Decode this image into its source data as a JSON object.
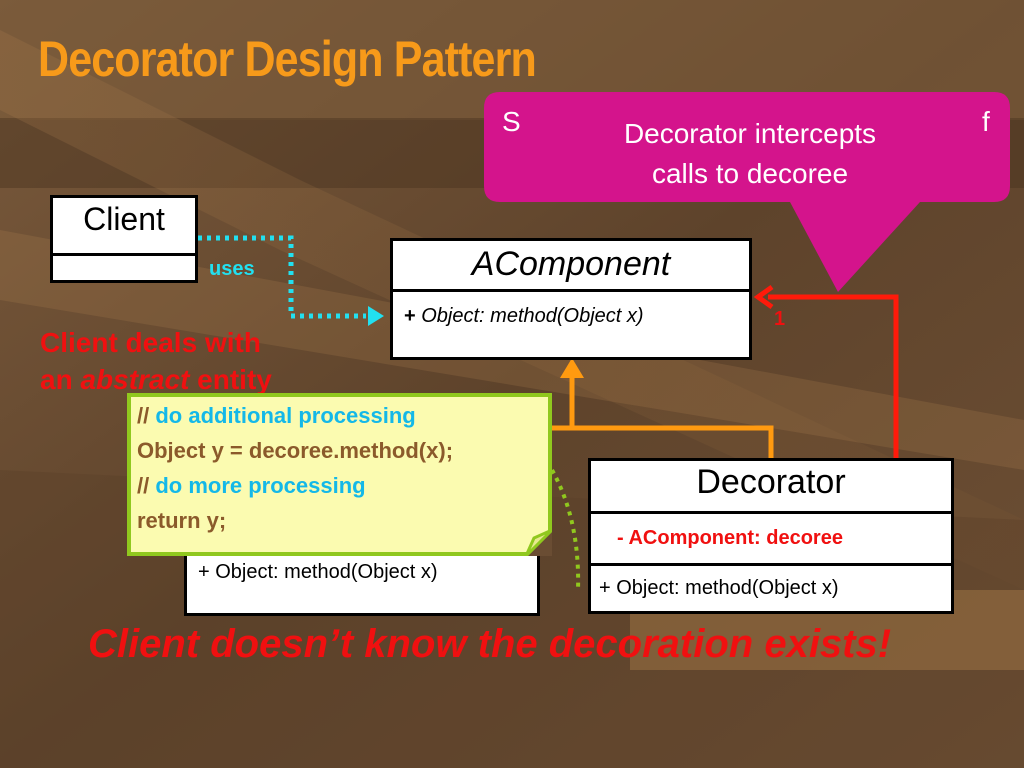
{
  "slide": {
    "title": "Decorator Design Pattern",
    "callout": {
      "line1": "Decorator intercepts",
      "line2": "calls to decoree",
      "peek_left": "S",
      "peek_right": "f"
    },
    "client_box": {
      "name": "Client"
    },
    "uses_label": "uses",
    "client_note": {
      "line1": "Client deals with",
      "line2_prefix": "an ",
      "line2_emphasis": "abstract",
      "line2_suffix": " entity"
    },
    "acomponent_box": {
      "name": "AComponent",
      "op_prefix": "+ ",
      "op_italic": "Object: method(Object x)"
    },
    "multiplicity": "1",
    "code_note": {
      "line1_comment": "//",
      "line1_text": " do additional processing",
      "line2": "Object y = decoree.method(x);",
      "line3_comment": "//",
      "line3_text": " do more processing",
      "line4": "return y;"
    },
    "concrete_box": {
      "op": "+ Object: method(Object x)"
    },
    "decorator_box": {
      "name": "Decorator",
      "attribute": "- AComponent: decoree",
      "op": "+ Object: method(Object x)"
    },
    "bottom_message": "Client doesn’t know the decoration exists!",
    "colors": {
      "title": "#f79a1a",
      "callout": "#d4148c",
      "uses_arrow": "#22e0f0",
      "inherit_arrow": "#ff9a10",
      "assoc_arrow": "#ff1a0a",
      "note_border": "#90c81e",
      "highlight_red": "#f01010"
    }
  }
}
